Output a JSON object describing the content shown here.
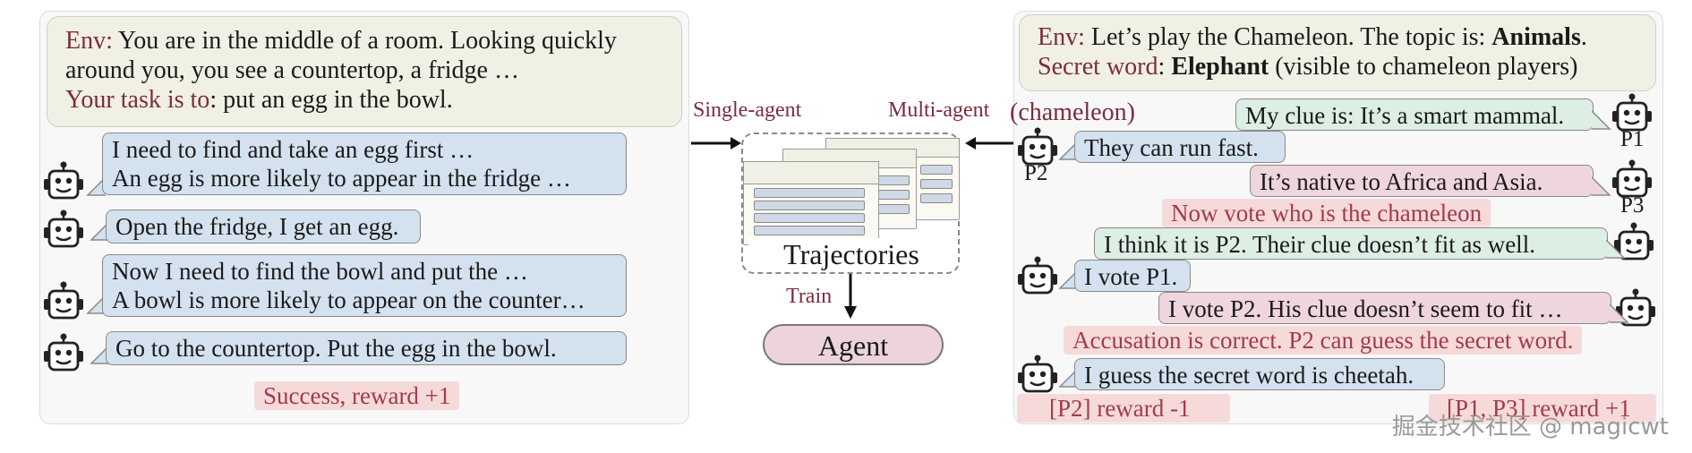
{
  "left": {
    "env_label": "Env:",
    "env_text_line1": " You are in the middle of a room. Looking quickly",
    "env_text_line2": "around you, you see a countertop, a fridge …",
    "task_label": "Your task is to",
    "task_text": ": put an egg in the bowl.",
    "messages": [
      "I need to find and take an egg first …",
      "An egg is more likely to appear in the fridge …",
      "Open the fridge, I get an egg.",
      "Now I need to find the bowl and put the …",
      "A bowl is more likely to appear on the counter…",
      "Go to the countertop. Put the egg in the bowl."
    ],
    "result": "Success, reward +1"
  },
  "center": {
    "single_agent": "Single-agent",
    "multi_agent": "Multi-agent",
    "trajectories": "Trajectories",
    "train": "Train",
    "agent": "Agent"
  },
  "right": {
    "env_label": "Env:",
    "env_text": " Let’s play the Chameleon. The topic is: ",
    "topic": "Animals",
    "secret_label": "Secret word",
    "secret_word": "Elephant",
    "secret_note": " (visible to chameleon players)",
    "chameleon_label": "(chameleon)",
    "p1": "P1",
    "p2": "P2",
    "p3": "P3",
    "msg1": "My clue is: It’s a smart mammal.",
    "msg2": "They can run fast.",
    "msg3": "It’s native to Africa and Asia.",
    "note1": "Now vote who is the chameleon",
    "msg4": "I think it is P2. Their clue doesn’t fit as well.",
    "msg5": "I vote P1.",
    "msg6": "I vote P2. His clue doesn’t seem to fit …",
    "note2": "Accusation is correct. P2 can guess the secret word.",
    "msg7": "I guess the secret word is cheetah.",
    "reward_p2": "[P2] reward -1",
    "reward_p1p3": "[P1, P3] reward +1"
  },
  "watermark": "掘金技术社区 @ magicwt",
  "colors": {
    "blue": "#d4e1ef",
    "green": "#ddeee4",
    "pink": "#eed6dc",
    "label": "#7c2d3a",
    "note_bg": "#f6dada"
  }
}
